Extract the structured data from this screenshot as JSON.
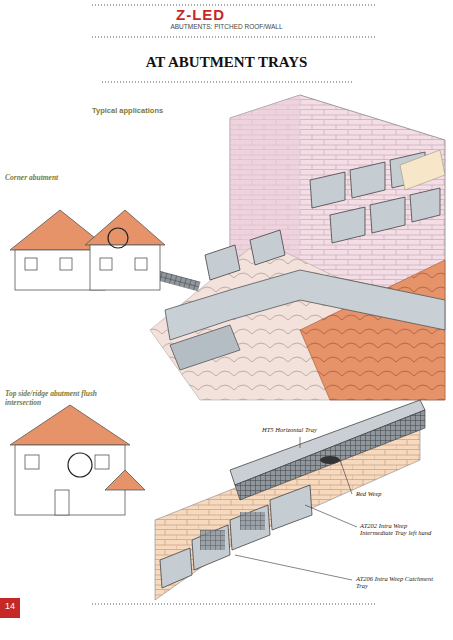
{
  "diagram": {
    "title": "AT ABUTMENT TRAYS",
    "labels": [
      "Z-LED",
      "ABUTMENTS: PITCHED ROOF/WALL",
      "Typical applications",
      "Corner abutment",
      "Top side/ridge abutment flush intersection",
      "HT5 Horizontal Tray",
      "Red Weep",
      "AT202 Intra Weep Intermediate Tray left hand",
      "AT206 Intra Weep Catchment Tray",
      "14"
    ]
  }
}
